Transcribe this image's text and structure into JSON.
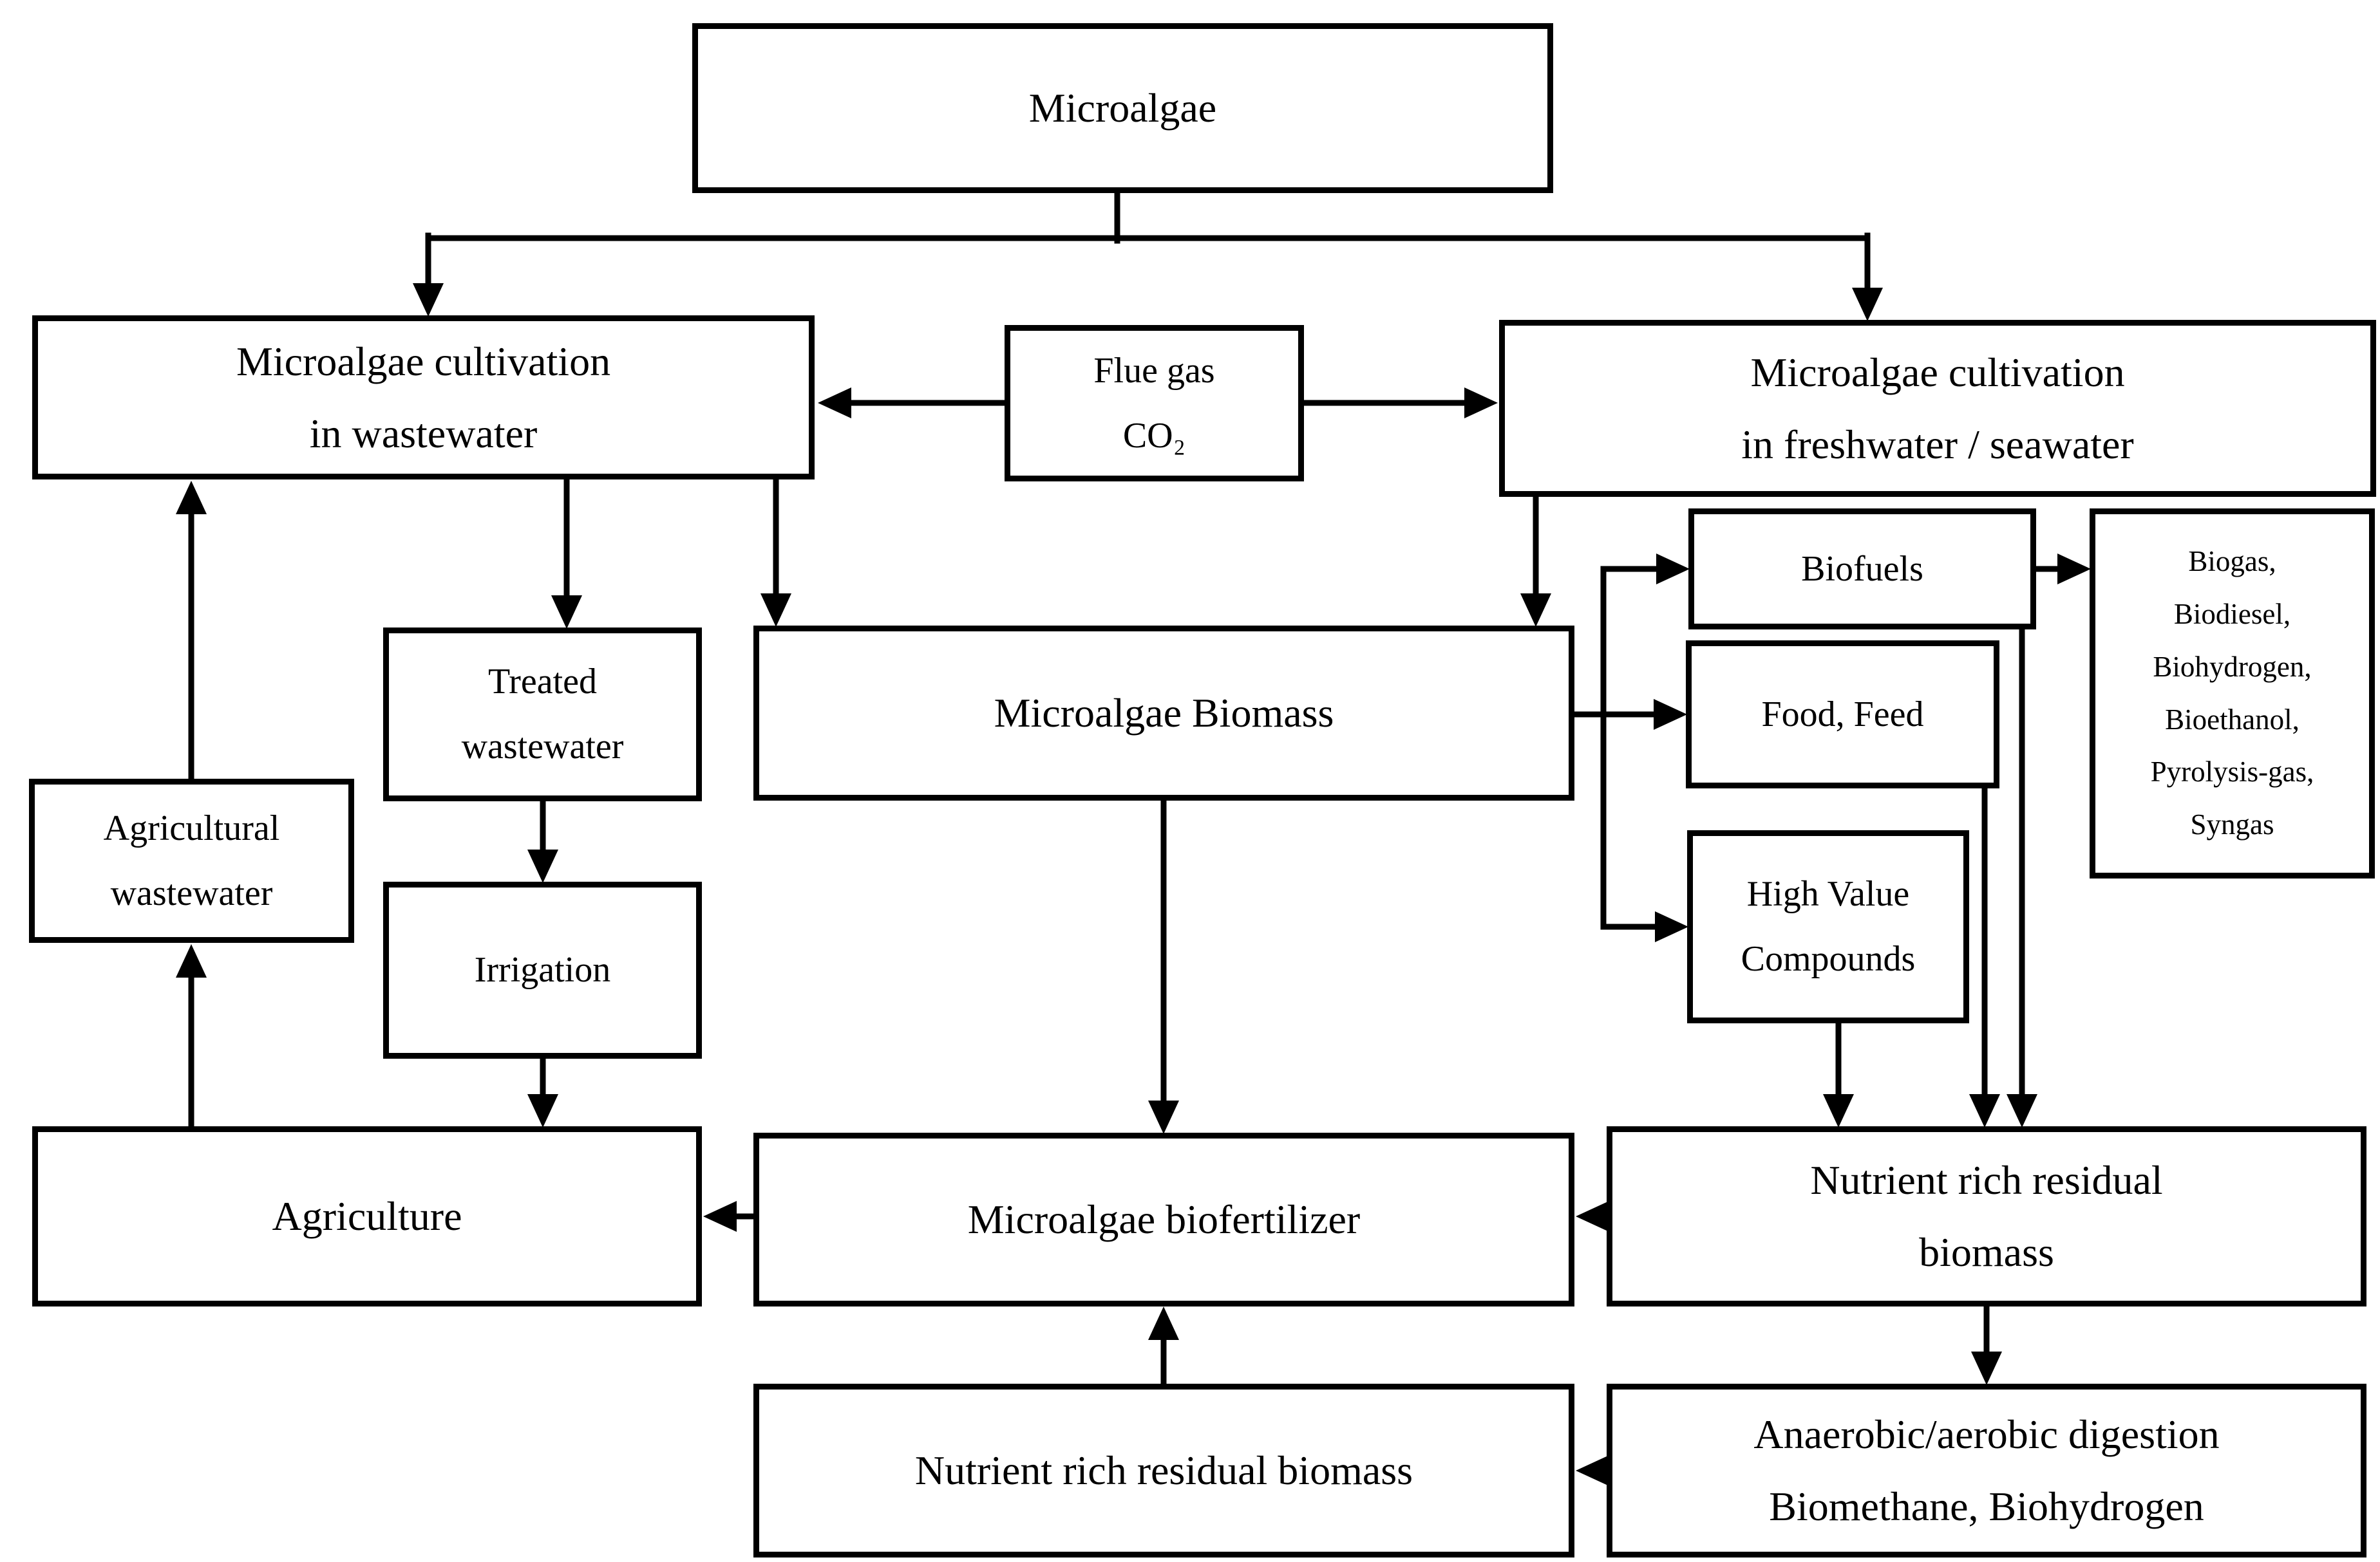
{
  "diagram": {
    "title": "Microalgae cultivation and valorization flowchart",
    "background_color": "#ffffff",
    "line_color": "#000000",
    "text_color": "#000000",
    "nodes": {
      "microalgae": {
        "label": "Microalgae"
      },
      "cultivation_wastewater": {
        "label": "Microalgae cultivation\nin wastewater"
      },
      "flue_gas": {
        "label": "Flue gas\nCO₂"
      },
      "cultivation_freshwater": {
        "label": "Microalgae cultivation\nin freshwater / seawater"
      },
      "treated_wastewater": {
        "label": "Treated\nwastewater"
      },
      "microalgae_biomass": {
        "label": "Microalgae Biomass"
      },
      "biofuels": {
        "label": "Biofuels"
      },
      "biofuel_products": {
        "label": "Biogas,\nBiodiesel,\nBiohydrogen,\nBioethanol,\nPyrolysis-gas,\nSyngas"
      },
      "food_feed": {
        "label": "Food, Feed"
      },
      "high_value_compounds": {
        "label": "High Value\nCompounds"
      },
      "agricultural_wastewater": {
        "label": "Agricultural\nwastewater"
      },
      "irrigation": {
        "label": "Irrigation"
      },
      "agriculture": {
        "label": "Agriculture"
      },
      "microalgae_biofertilizer": {
        "label": "Microalgae biofertilizer"
      },
      "nutrient_rich_residual_biomass_upper": {
        "label": "Nutrient rich residual\nbiomass"
      },
      "nutrient_rich_residual_biomass_lower": {
        "label": "Nutrient rich residual biomass"
      },
      "anaerobic_digestion": {
        "label": "Anaerobic/aerobic digestion\nBiomethane, Biohydrogen"
      }
    }
  }
}
